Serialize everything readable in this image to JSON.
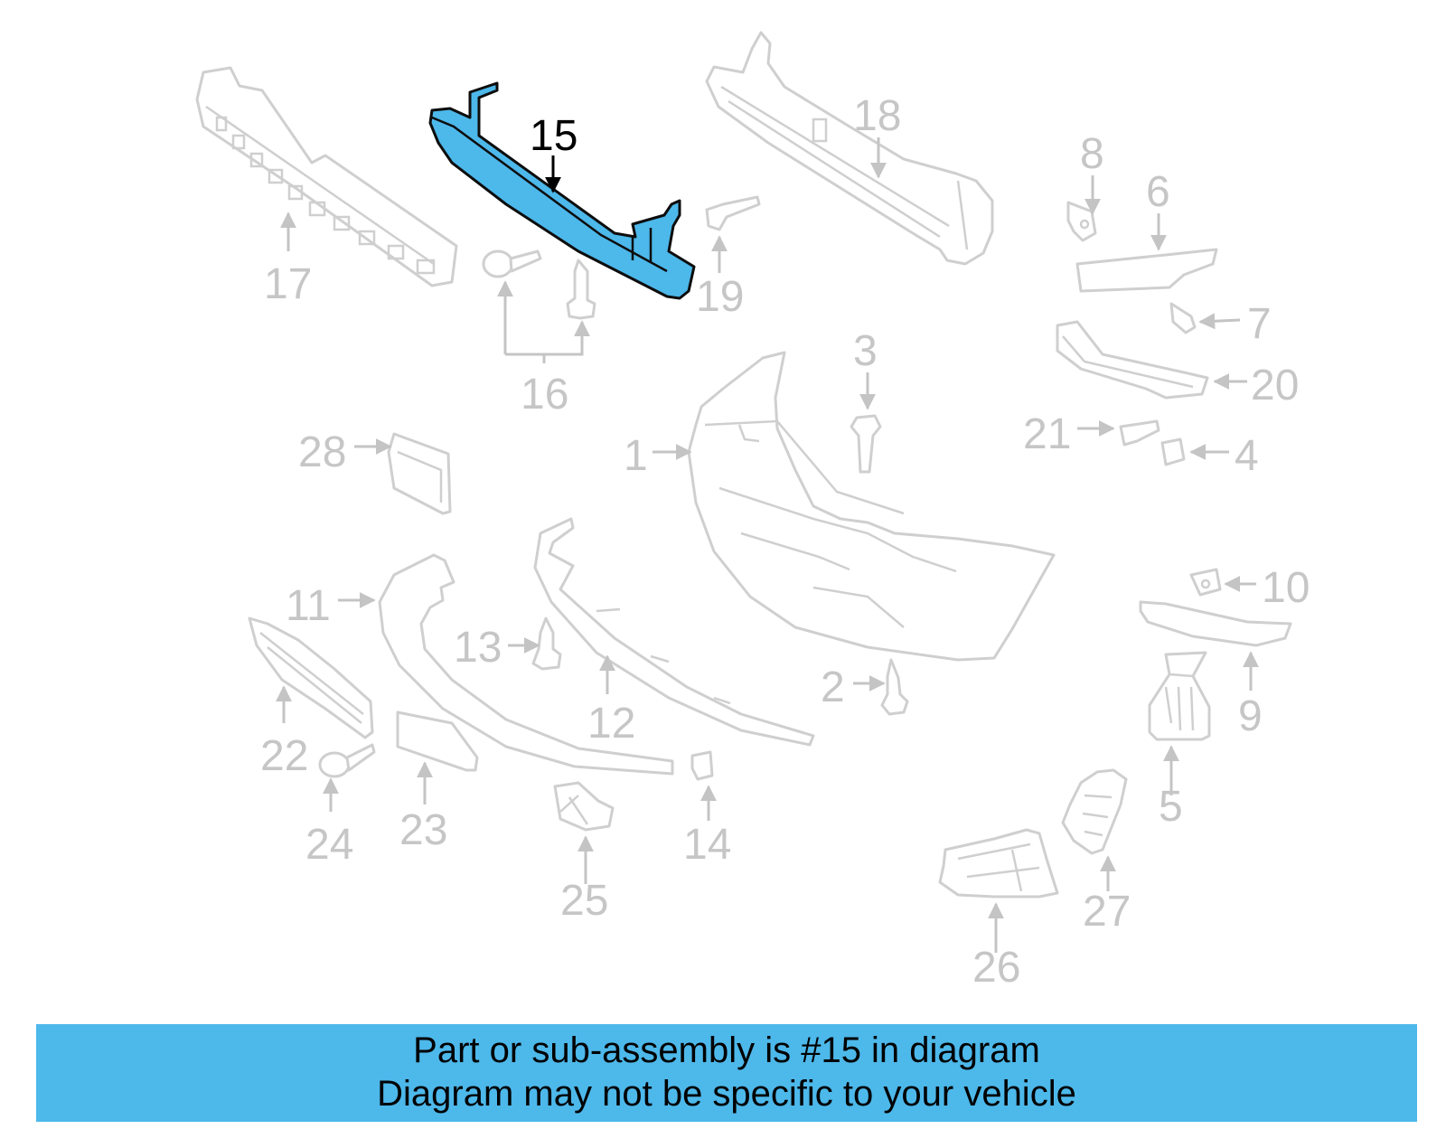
{
  "highlight": {
    "part_number": "15",
    "color": "#4db8ea"
  },
  "callouts": {
    "c1": "1",
    "c2": "2",
    "c3": "3",
    "c4": "4",
    "c5": "5",
    "c6": "6",
    "c7": "7",
    "c8": "8",
    "c9": "9",
    "c10": "10",
    "c11": "11",
    "c12": "12",
    "c13": "13",
    "c14": "14",
    "c15": "15",
    "c16": "16",
    "c17": "17",
    "c18": "18",
    "c19": "19",
    "c20": "20",
    "c21": "21",
    "c22": "22",
    "c23": "23",
    "c24": "24",
    "c25": "25",
    "c26": "26",
    "c27": "27",
    "c28": "28"
  },
  "banner": {
    "line1": "Part or sub-assembly is #15 in diagram",
    "line2": "Diagram may not be specific to your vehicle",
    "background": "#4db8ea"
  }
}
